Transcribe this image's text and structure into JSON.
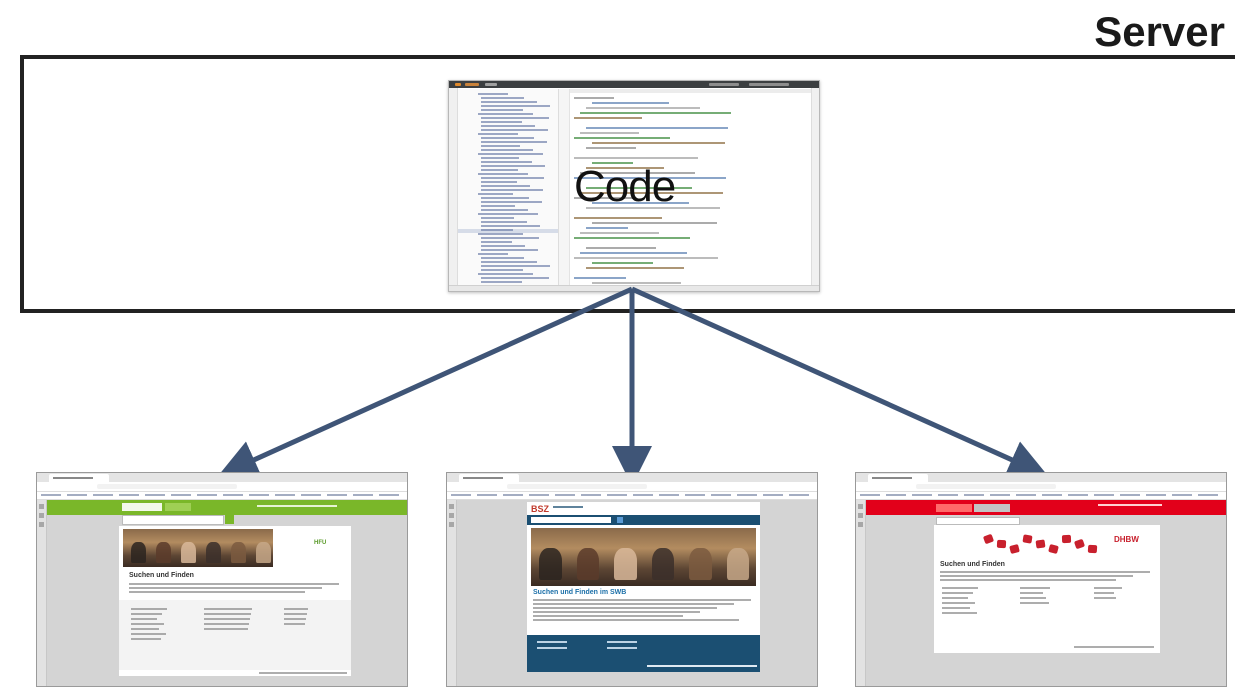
{
  "server": {
    "title": "Server"
  },
  "ide": {
    "label": "Code"
  },
  "clients": [
    {
      "theme": "green",
      "accent": "#7ab729",
      "heading": "Suchen und Finden",
      "logo": "HFU"
    },
    {
      "theme": "blue",
      "accent": "#1b4f72",
      "heading": "Suchen und Finden im SWB",
      "logo": "BSZ"
    },
    {
      "theme": "red",
      "accent": "#e2001a",
      "heading": "Suchen und Finden",
      "logo": "DHBW"
    }
  ],
  "colors": {
    "frame": "#222222",
    "arrow": "#3f5577"
  }
}
